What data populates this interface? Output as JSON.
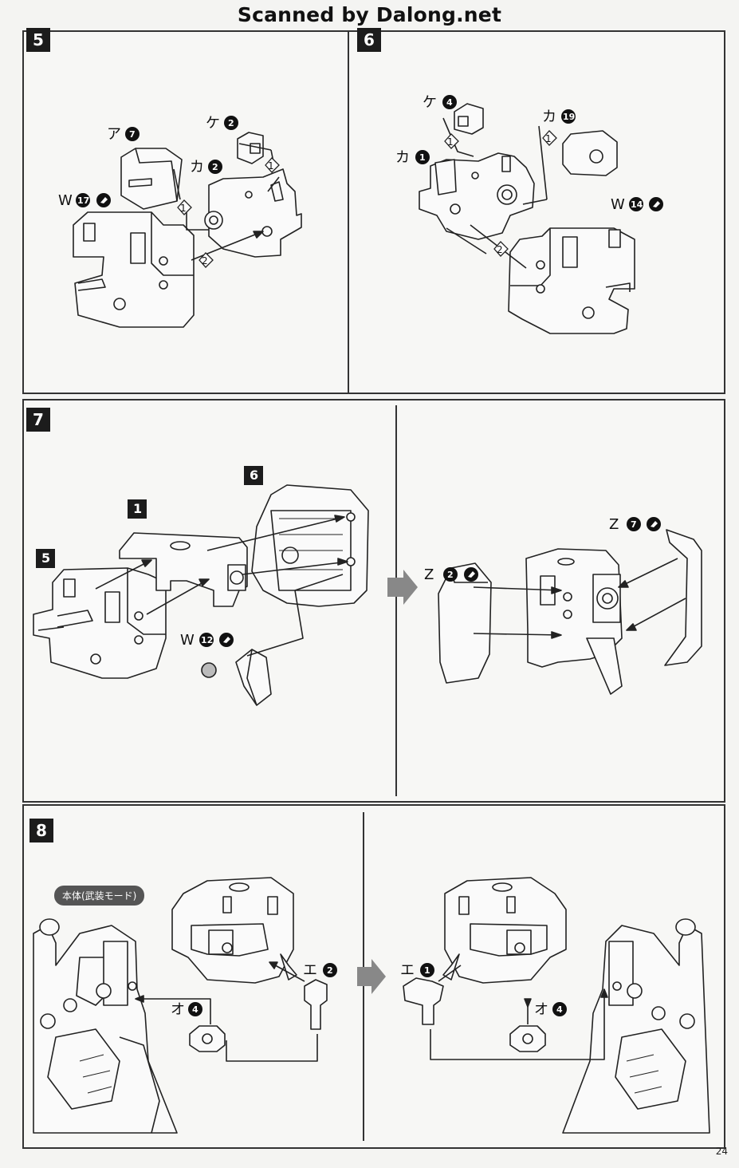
{
  "header": {
    "title": "Scanned by Dalong.net"
  },
  "page_number": "24",
  "steps": {
    "s5": {
      "number": "5",
      "labels": {
        "a7": {
          "kana": "ア",
          "num": "7"
        },
        "ke2": {
          "kana": "ケ",
          "num": "2"
        },
        "ka2": {
          "kana": "カ",
          "num": "2"
        },
        "w17": {
          "kana": "W",
          "num": "17"
        }
      },
      "callouts": [
        "1",
        "1",
        "2"
      ]
    },
    "s6": {
      "number": "6",
      "labels": {
        "ke4": {
          "kana": "ケ",
          "num": "4"
        },
        "ka19": {
          "kana": "カ",
          "num": "19"
        },
        "ka1": {
          "kana": "カ",
          "num": "1"
        },
        "w14": {
          "kana": "W",
          "num": "14"
        }
      },
      "callouts": [
        "1",
        "1",
        "2"
      ]
    },
    "s7": {
      "number": "7",
      "refs": {
        "r1": "1",
        "r5": "5",
        "r6": "6"
      },
      "labels": {
        "w12": {
          "kana": "W",
          "num": "12"
        },
        "z7": {
          "kana": "Z",
          "num": "7"
        },
        "z2": {
          "kana": "Z",
          "num": "2"
        }
      }
    },
    "s8": {
      "number": "8",
      "mode_tag": "本体(武装モード)",
      "labels": {
        "e2": {
          "kana": "エ",
          "num": "2"
        },
        "o4a": {
          "kana": "オ",
          "num": "4"
        },
        "e1": {
          "kana": "エ",
          "num": "1"
        },
        "o4b": {
          "kana": "オ",
          "num": "4"
        }
      }
    }
  }
}
